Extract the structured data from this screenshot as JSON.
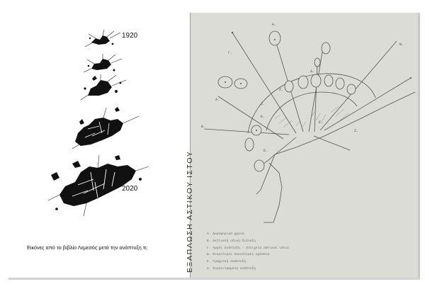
{
  "left_page": {
    "year_top": "1920",
    "year_bottom": "2020",
    "caption": "Εικόνες από το βιβλίο Λεμεσός μετά την ανάπτυξη τι;"
  },
  "spine_title": "ΕΞΑΠΛΩΣΗ ΑΣΤΙΚΟΥ ΙΣΤΟΥ",
  "right_page": {
    "legend": [
      "Α. Δορυφορικά χωριά",
      "Β. Ακτινωτή οδική διάταξη",
      "Γ. Αρχές ανάπτυξη - στοιχεία αστικού ιστού",
      "Δ. Μικρότερες πυκνότερες κρόσσια",
      "Ε. Γραμμική ανάπτυξη",
      "Ζ. Συγκεντρωμένη ανάπτυξη"
    ],
    "map_labels": {
      "a": "Α.",
      "b": "Β.",
      "g": "Γ.",
      "d": "Δ.",
      "e": "Ε.",
      "z": "Ζ."
    }
  },
  "colors": {
    "page_bg": "#ffffff",
    "right_page_bg": "#dcdcd6",
    "ink": "#111111",
    "map_line": "#555555"
  }
}
